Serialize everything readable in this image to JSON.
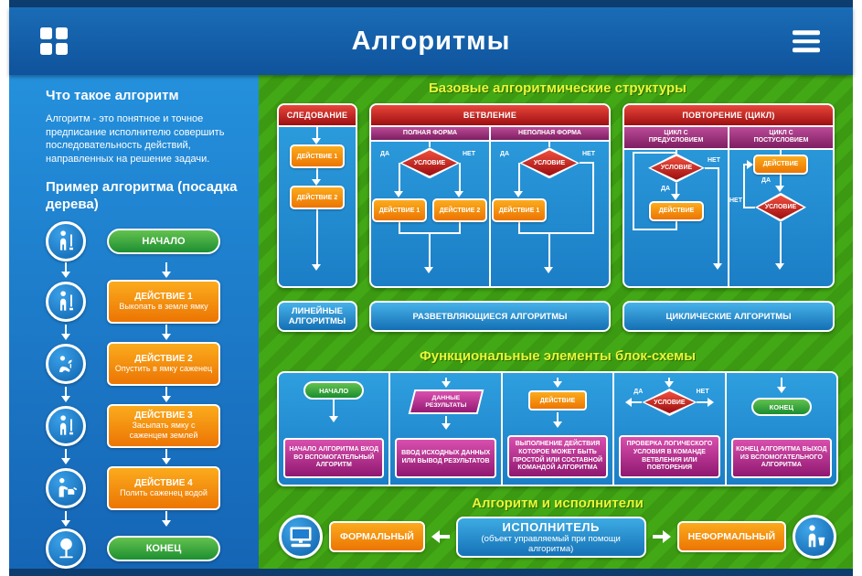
{
  "header": {
    "title": "Алгоритмы"
  },
  "sidebar": {
    "about_title": "Что такое алгоритм",
    "about_text": "Алгоритм - это понятное и точное предписание исполнителю совершить последовательность действий, направленных на решение задачи.",
    "example_title": "Пример алгоритма (посадка дерева)",
    "steps": {
      "start": "НАЧАЛО",
      "end": "КОНЕЦ",
      "actions": [
        {
          "title": "ДЕЙСТВИЕ 1",
          "text": "Выкопать в земле ямку"
        },
        {
          "title": "ДЕЙСТВИЕ 2",
          "text": "Опустить в ямку саженец"
        },
        {
          "title": "ДЕЙСТВИЕ 3",
          "text": "Засыпать ямку с саженцем землей"
        },
        {
          "title": "ДЕЙСТВИЕ 4",
          "text": "Полить саженец водой"
        }
      ]
    }
  },
  "structures": {
    "title": "Базовые алгоритмические структуры",
    "sequence": {
      "header": "СЛЕДОВАНИЕ",
      "action1": "ДЕЙСТВИЕ 1",
      "action2": "ДЕЙСТВИЕ 2",
      "footer": "ЛИНЕЙНЫЕ АЛГОРИТМЫ"
    },
    "branching": {
      "header": "ВЕТВЛЕНИЕ",
      "full_form": "ПОЛНАЯ ФОРМА",
      "partial_form": "НЕПОЛНАЯ ФОРМА",
      "condition": "УСЛОВИЕ",
      "yes": "ДА",
      "no": "НЕТ",
      "action1": "ДЕЙСТВИЕ 1",
      "action2": "ДЕЙСТВИЕ 2",
      "footer": "РАЗВЕТВЛЯЮЩИЕСЯ АЛГОРИТМЫ"
    },
    "loop": {
      "header": "ПОВТОРЕНИЕ (ЦИКЛ)",
      "pre": "ЦИКЛ С ПРЕДУСЛОВИЕМ",
      "post": "ЦИКЛ С ПОСТУСЛОВИЕМ",
      "condition": "УСЛОВИЕ",
      "action": "ДЕЙСТВИЕ",
      "yes": "ДА",
      "no": "НЕТ",
      "footer": "ЦИКЛИЧЕСКИЕ АЛГОРИТМЫ"
    }
  },
  "elements": {
    "title": "Функциональные элементы блок-схемы",
    "yes": "ДА",
    "no": "НЕТ",
    "items": [
      {
        "symbol": "НАЧАЛО",
        "desc": "НАЧАЛО АЛГОРИТМА ВХОД ВО ВСПОМОГАТЕЛЬНЫЙ АЛГОРИТМ"
      },
      {
        "symbol": "ДАННЫЕ РЕЗУЛЬТАТЫ",
        "desc": "ВВОД ИСХОДНЫХ ДАННЫХ ИЛИ ВЫВОД РЕЗУЛЬТАТОВ"
      },
      {
        "symbol": "ДЕЙСТВИЕ",
        "desc": "ВЫПОЛНЕНИЕ ДЕЙСТВИЯ КОТОРОЕ МОЖЕТ БЫТЬ ПРОСТОЙ ИЛИ СОСТАВНОЙ КОМАНДОЙ АЛГОРИТМА"
      },
      {
        "symbol": "УСЛОВИЕ",
        "desc": "ПРОВЕРКА ЛОГИЧЕСКОГО УСЛОВИЯ В КОМАНДЕ ВЕТВЛЕНИЯ ИЛИ ПОВТОРЕНИЯ"
      },
      {
        "symbol": "КОНЕЦ",
        "desc": "КОНЕЦ АЛГОРИТМА ВЫХОД ИЗ ВСПОМОГАТЕЛЬНОГО АЛГОРИТМА"
      }
    ]
  },
  "performers": {
    "title": "Алгоритм и исполнители",
    "formal": "ФОРМАЛЬНЫЙ",
    "informal": "НЕФОРМАЛЬНЫЙ",
    "executor": "ИСПОЛНИТЕЛЬ",
    "executor_sub": "(объект управляемый при помощи алгоритма)"
  },
  "colors": {
    "header_blue": "#1260a8",
    "sidebar_blue": "#1f82d3",
    "bg_green": "#3fa414",
    "panel_blue": "#1f8ed8",
    "action_orange": "#f7941d",
    "condition_red": "#cc2027",
    "magenta": "#b93b94",
    "terminal_green": "#2f9e41",
    "accent_yellow": "#e7f63b"
  }
}
